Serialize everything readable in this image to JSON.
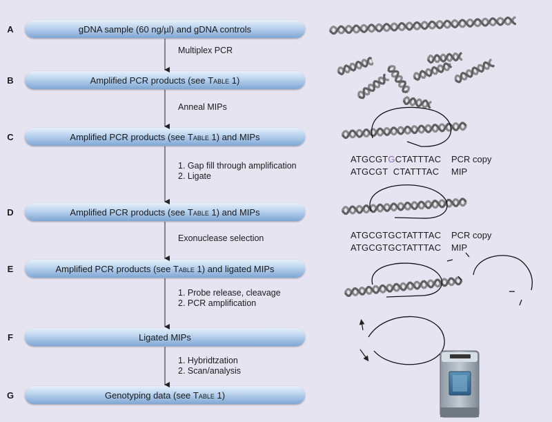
{
  "steps": [
    {
      "letter": "A",
      "label": "gDNA sample (60 ng/µl) and gDNA controls"
    },
    {
      "letter": "B",
      "label_pre": "Amplified PCR products (see ",
      "label_sc": "Table 1",
      "label_post": ")"
    },
    {
      "letter": "C",
      "label_pre": "Amplified PCR products (see ",
      "label_sc": "Table 1",
      "label_post": ") and MIPs"
    },
    {
      "letter": "D",
      "label_pre": "Amplified PCR products (see ",
      "label_sc": "Table 1",
      "label_post": ") and MIPs"
    },
    {
      "letter": "E",
      "label_pre": "Amplified PCR products (see ",
      "label_sc": "Table 1",
      "label_post": ") and ligated MIPs"
    },
    {
      "letter": "F",
      "label": "Ligated MIPs"
    },
    {
      "letter": "G",
      "label_pre": "Genotyping data (see ",
      "label_sc": "Table 1",
      "label_post": ")"
    }
  ],
  "transitions": [
    {
      "line1": "Multiplex PCR"
    },
    {
      "line1": "Anneal MIPs"
    },
    {
      "line1": "1. Gap fill through amplification",
      "line2": "2. Ligate"
    },
    {
      "line1": "Exonuclease selection"
    },
    {
      "line1": "1. Probe release, cleavage",
      "line2": "2. PCR amplification"
    },
    {
      "line1": "1. Hybridtzation",
      "line2": "2. Scan/analysis"
    }
  ],
  "sequences": {
    "c_pcr_pre": "ATGCGT",
    "c_pcr_hl": "G",
    "c_pcr_post": "CTATTTAC",
    "c_pcr_tag": "PCR copy",
    "c_mip": "ATGCGT  CTATTTAC",
    "c_mip_tag": "MIP",
    "d_pcr": "ATGCGTGCTATTTAC",
    "d_pcr_tag": "PCR copy",
    "d_mip": "ATGCGTGCTATTTAC",
    "d_mip_tag": "MIP"
  },
  "icons": [
    "dna-helix-icon",
    "circular-probe-icon",
    "genechip-scanner-icon"
  ],
  "colors": {
    "background": "#e7e4f2",
    "step_box": "#9dbbe0",
    "highlight_base": "#8a6bb0"
  }
}
